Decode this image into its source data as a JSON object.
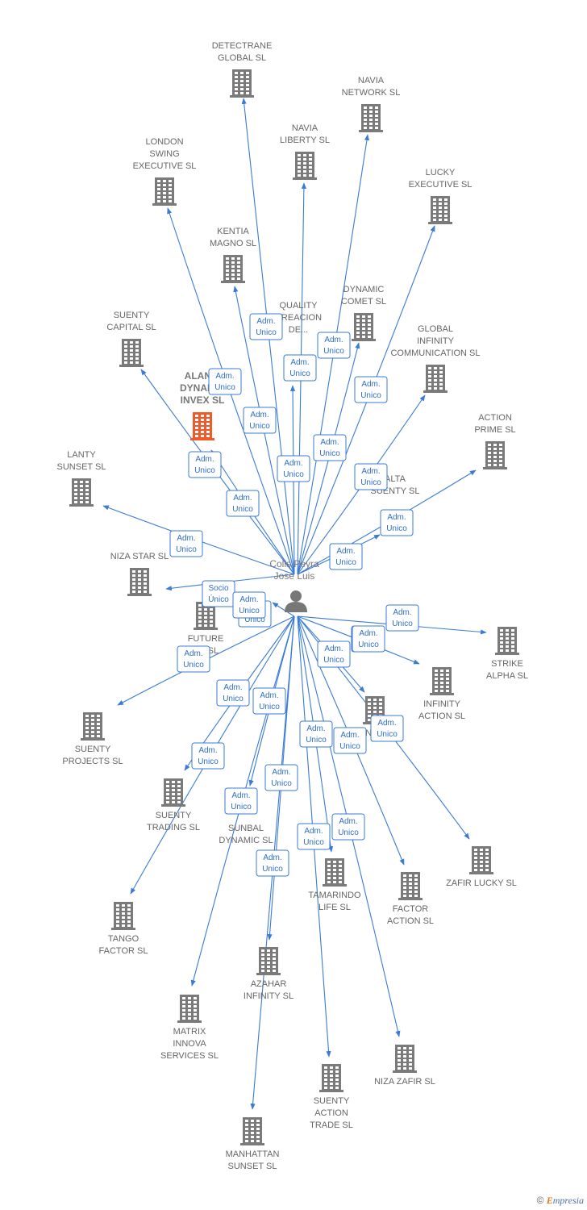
{
  "colors": {
    "edge": "#3a7bd5",
    "building": "#7a7a7a",
    "focus_building": "#f05a28",
    "person": "#777777"
  },
  "person": {
    "label_lines": [
      "Colls Peyra",
      "Jose Luis"
    ],
    "icon": "person-icon"
  },
  "footer": {
    "copyright": "©",
    "brand_initial": "E",
    "brand_rest": "mpresia"
  },
  "companies": [
    {
      "id": "detectrane",
      "lines": [
        "DETECTRANE",
        "GLOBAL  SL"
      ]
    },
    {
      "id": "navia-network",
      "lines": [
        "NAVIA",
        "NETWORK SL"
      ]
    },
    {
      "id": "navia-liberty",
      "lines": [
        "NAVIA",
        "LIBERTY SL"
      ]
    },
    {
      "id": "london-swing",
      "lines": [
        "LONDON",
        "SWING",
        "EXECUTIVE SL"
      ]
    },
    {
      "id": "lucky-executive",
      "lines": [
        "LUCKY",
        "EXECUTIVE SL"
      ]
    },
    {
      "id": "kentia-magno",
      "lines": [
        "KENTIA",
        "MAGNO SL"
      ]
    },
    {
      "id": "dynamic-comet",
      "lines": [
        "DYNAMIC",
        "COMET SL"
      ]
    },
    {
      "id": "quality-creacion",
      "lines": [
        "QUALITY",
        "CREACION",
        "DE..."
      ]
    },
    {
      "id": "suenty-capital",
      "lines": [
        "SUENTY",
        "CAPITAL SL"
      ]
    },
    {
      "id": "global-infinity",
      "lines": [
        "GLOBAL",
        "INFINITY",
        "COMMUNICATION SL"
      ]
    },
    {
      "id": "alanis-dynamic",
      "lines": [
        "ALANIS",
        "DYNAMIC",
        "INVEX  SL"
      ],
      "focus": true
    },
    {
      "id": "action-prime",
      "lines": [
        "ACTION",
        "PRIME SL"
      ]
    },
    {
      "id": "lanty-sunset",
      "lines": [
        "LANTY",
        "SUNSET SL"
      ]
    },
    {
      "id": "alta-suenty",
      "lines": [
        "ALTA",
        "SUENTY SL"
      ]
    },
    {
      "id": "niza-star",
      "lines": [
        "NIZA STAR SL"
      ]
    },
    {
      "id": "future",
      "lines": [
        "FUTURE",
        "...T SL"
      ]
    },
    {
      "id": "strike-alpha",
      "lines": [
        "STRIKE",
        "ALPHA SL"
      ]
    },
    {
      "id": "infinity-action",
      "lines": [
        "INFINITY",
        "ACTION SL"
      ]
    },
    {
      "id": "suenty-projects",
      "lines": [
        "SUENTY",
        "PROJECTS SL"
      ]
    },
    {
      "id": "swing",
      "lines": [
        "...NG SL"
      ]
    },
    {
      "id": "suenty-trading",
      "lines": [
        "SUENTY",
        "TRADING SL"
      ]
    },
    {
      "id": "sunbal-dynamic",
      "lines": [
        "SUNBAL",
        "DYNAMIC SL"
      ]
    },
    {
      "id": "zafir-lucky",
      "lines": [
        "ZAFIR LUCKY SL"
      ]
    },
    {
      "id": "tamarindo-life",
      "lines": [
        "TAMARINDO",
        "LIFE SL"
      ]
    },
    {
      "id": "factor-action",
      "lines": [
        "FACTOR",
        "ACTION SL"
      ]
    },
    {
      "id": "tango-factor",
      "lines": [
        "TANGO",
        "FACTOR SL"
      ]
    },
    {
      "id": "azahar-infinity",
      "lines": [
        "AZAHAR",
        "INFINITY SL"
      ]
    },
    {
      "id": "matrix-innova",
      "lines": [
        "MATRIX",
        "INNOVA",
        "SERVICES SL"
      ]
    },
    {
      "id": "niza-zafir",
      "lines": [
        "NIZA ZAFIR SL"
      ]
    },
    {
      "id": "suenty-action-trade",
      "lines": [
        "SUENTY",
        "ACTION",
        "TRADE SL"
      ]
    },
    {
      "id": "manhattan-sunset",
      "lines": [
        "MANHATTAN",
        "SUNSET SL"
      ]
    }
  ],
  "roles": [
    {
      "target": "detectrane",
      "lines": [
        "Adm.",
        "Unico"
      ]
    },
    {
      "target": "navia-network",
      "lines": [
        "Adm.",
        "Unico"
      ]
    },
    {
      "target": "navia-liberty",
      "lines": [
        "Adm.",
        "Unico"
      ]
    },
    {
      "target": "london-swing",
      "lines": [
        "Adm.",
        "Unico"
      ]
    },
    {
      "target": "lucky-executive",
      "lines": [
        "Adm.",
        "Unico"
      ]
    },
    {
      "target": "kentia-magno",
      "lines": [
        "Adm.",
        "Unico"
      ]
    },
    {
      "target": "dynamic-comet",
      "lines": [
        "Adm.",
        "Unico"
      ]
    },
    {
      "target": "quality-creacion",
      "lines": [
        "Adm.",
        "Unico"
      ]
    },
    {
      "target": "suenty-capital",
      "lines": [
        "Adm.",
        "Unico"
      ]
    },
    {
      "target": "global-infinity",
      "lines": [
        "Adm.",
        "Unico"
      ]
    },
    {
      "target": "alanis-dynamic",
      "lines": [
        "Adm.",
        "Unico"
      ]
    },
    {
      "target": "action-prime",
      "lines": [
        "Adm.",
        "Unico"
      ]
    },
    {
      "target": "lanty-sunset",
      "lines": [
        "Adm.",
        "Unico"
      ]
    },
    {
      "target": "alta-suenty",
      "lines": [
        "Adm.",
        "Unico"
      ]
    },
    {
      "target": "niza-star",
      "lines": [
        "Socio",
        "Único"
      ]
    },
    {
      "target": "future",
      "lines": [
        "Adm.",
        "Unico"
      ]
    },
    {
      "target": "strike-alpha",
      "lines": [
        "Adm.",
        "Unico"
      ]
    },
    {
      "target": "infinity-action",
      "lines": [
        "Adm.",
        "Unico"
      ]
    },
    {
      "target": "suenty-projects",
      "lines": [
        "Adm.",
        "Unico"
      ]
    },
    {
      "target": "swing",
      "lines": [
        "Adm.",
        "Unico"
      ]
    },
    {
      "target": "suenty-trading",
      "lines": [
        "Adm.",
        "Unico"
      ]
    },
    {
      "target": "sunbal-dynamic",
      "lines": [
        "Adm.",
        "Unico"
      ]
    },
    {
      "target": "zafir-lucky",
      "lines": [
        "Adm.",
        "Unico"
      ]
    },
    {
      "target": "tamarindo-life",
      "lines": [
        "Adm.",
        "Unico"
      ]
    },
    {
      "target": "factor-action",
      "lines": [
        "Adm.",
        "Unico"
      ]
    },
    {
      "target": "tango-factor",
      "lines": [
        "Adm.",
        "Unico"
      ]
    },
    {
      "target": "azahar-infinity",
      "lines": [
        "Adm.",
        "Unico"
      ]
    },
    {
      "target": "matrix-innova",
      "lines": [
        "Adm.",
        "Unico"
      ]
    },
    {
      "target": "niza-zafir",
      "lines": [
        "Adm.",
        "Unico"
      ]
    },
    {
      "target": "suenty-action-trade",
      "lines": [
        "Adm.",
        "Unico"
      ]
    },
    {
      "target": "manhattan-sunset",
      "lines": [
        "Adm.",
        "Unico"
      ]
    },
    {
      "target": "global-infinity",
      "lines": [
        "Adm.",
        "Unico"
      ]
    },
    {
      "target": "niza-star",
      "lines": [
        "Adm.",
        "Unico"
      ]
    },
    {
      "target": "swing",
      "lines": [
        "Adm.",
        "Unico"
      ]
    },
    {
      "target": "alta-suenty",
      "lines": [
        "Adm.",
        "Unico"
      ]
    }
  ]
}
